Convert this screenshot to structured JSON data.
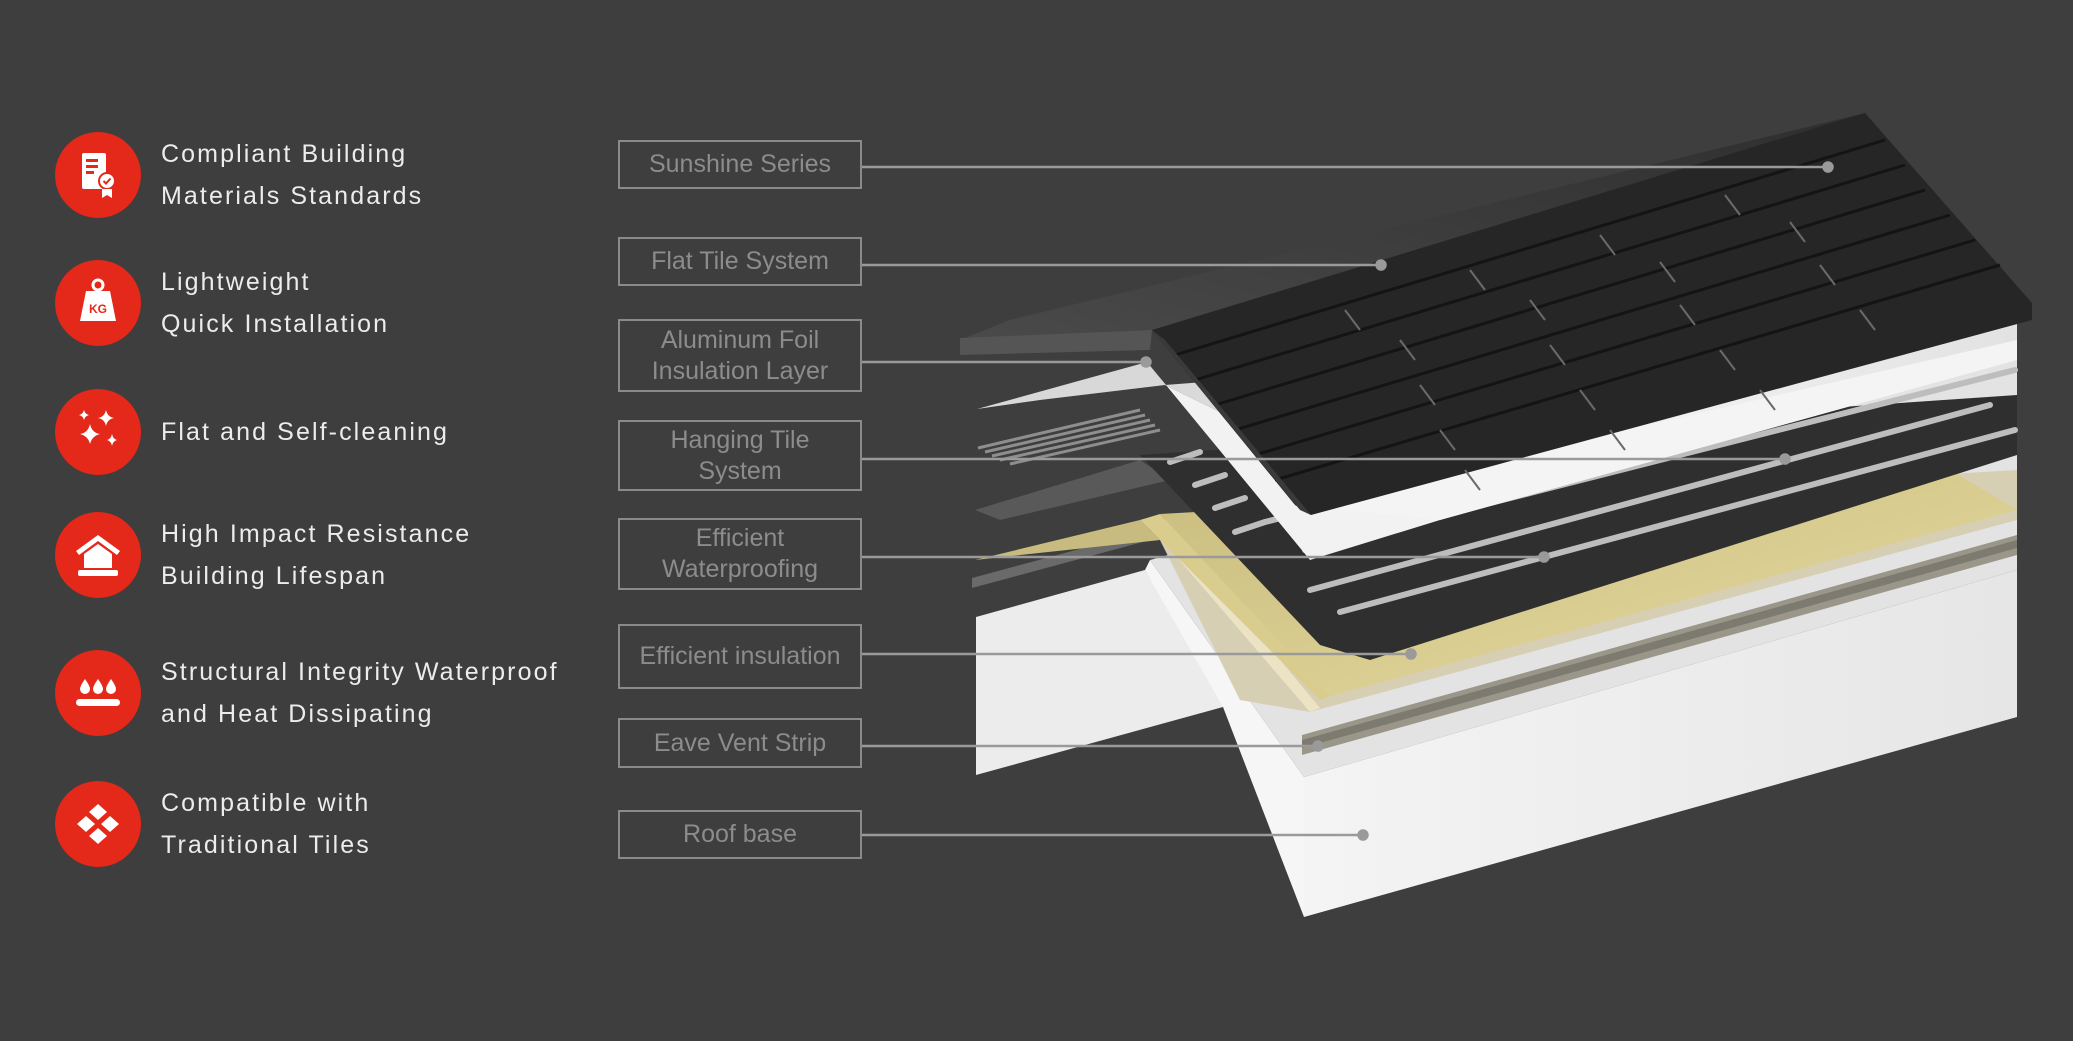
{
  "colors": {
    "background": "#3e3e3e",
    "accent_red": "#e42819",
    "feature_text": "#ececec",
    "label_text": "#8c8c8c",
    "label_border": "#8a8a8a",
    "leader_line": "#9a9a9a"
  },
  "features": [
    {
      "icon": "certificate-icon",
      "lines": [
        "Compliant Building",
        "Materials Standards"
      ]
    },
    {
      "icon": "kg-weight-icon",
      "icon_text": "KG",
      "lines": [
        "Lightweight",
        "Quick Installation"
      ]
    },
    {
      "icon": "sparkles-icon",
      "lines": [
        "Flat and Self-cleaning"
      ]
    },
    {
      "icon": "house-shield-icon",
      "lines": [
        "High Impact Resistance",
        "Building Lifespan"
      ]
    },
    {
      "icon": "water-drops-icon",
      "lines": [
        "Structural Integrity Waterproof",
        "and Heat Dissipating"
      ]
    },
    {
      "icon": "tiles-diamond-icon",
      "lines": [
        "Compatible with",
        "Traditional Tiles"
      ]
    }
  ],
  "layers": [
    {
      "lines": [
        "Sunshine Series"
      ]
    },
    {
      "lines": [
        "Flat Tile System"
      ]
    },
    {
      "lines": [
        "Aluminum Foil",
        "Insulation Layer"
      ]
    },
    {
      "lines": [
        "Hanging Tile",
        "System"
      ]
    },
    {
      "lines": [
        "Efficient",
        "Waterproofing"
      ]
    },
    {
      "lines": [
        "Efficient insulation"
      ]
    },
    {
      "lines": [
        "Eave Vent Strip"
      ]
    },
    {
      "lines": [
        "Roof base"
      ]
    }
  ]
}
